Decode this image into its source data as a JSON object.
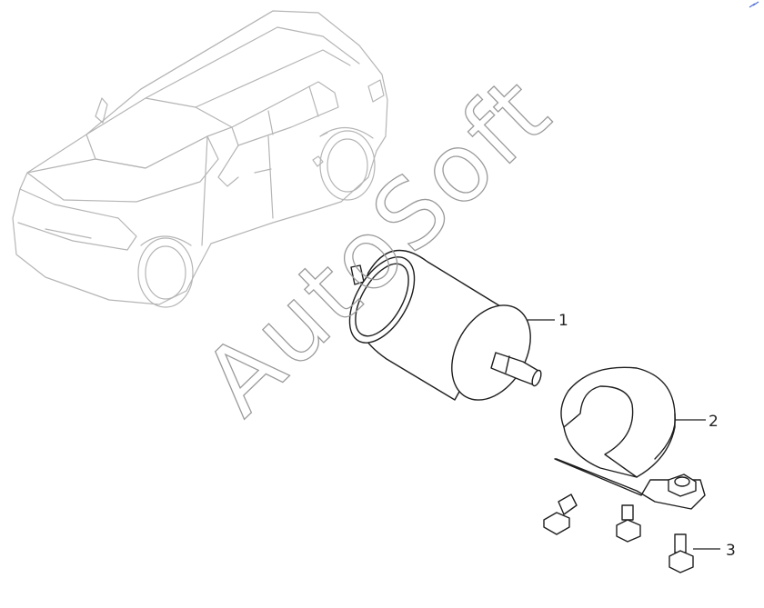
{
  "watermark": {
    "text": "AutoSoft"
  },
  "callouts": [
    {
      "id": "fuel-filter",
      "label": "1",
      "icon": "fuel-filter-icon"
    },
    {
      "id": "mounting-bracket",
      "label": "2",
      "icon": "filter-bracket-icon"
    },
    {
      "id": "bolts",
      "label": "3",
      "icon": "bolt-icon"
    }
  ],
  "colors": {
    "line": "#1e1e1e",
    "vehicle_outline": "#b5b5b5",
    "watermark": "#9a9a9a",
    "corner_mark": "#4a6bd8"
  }
}
